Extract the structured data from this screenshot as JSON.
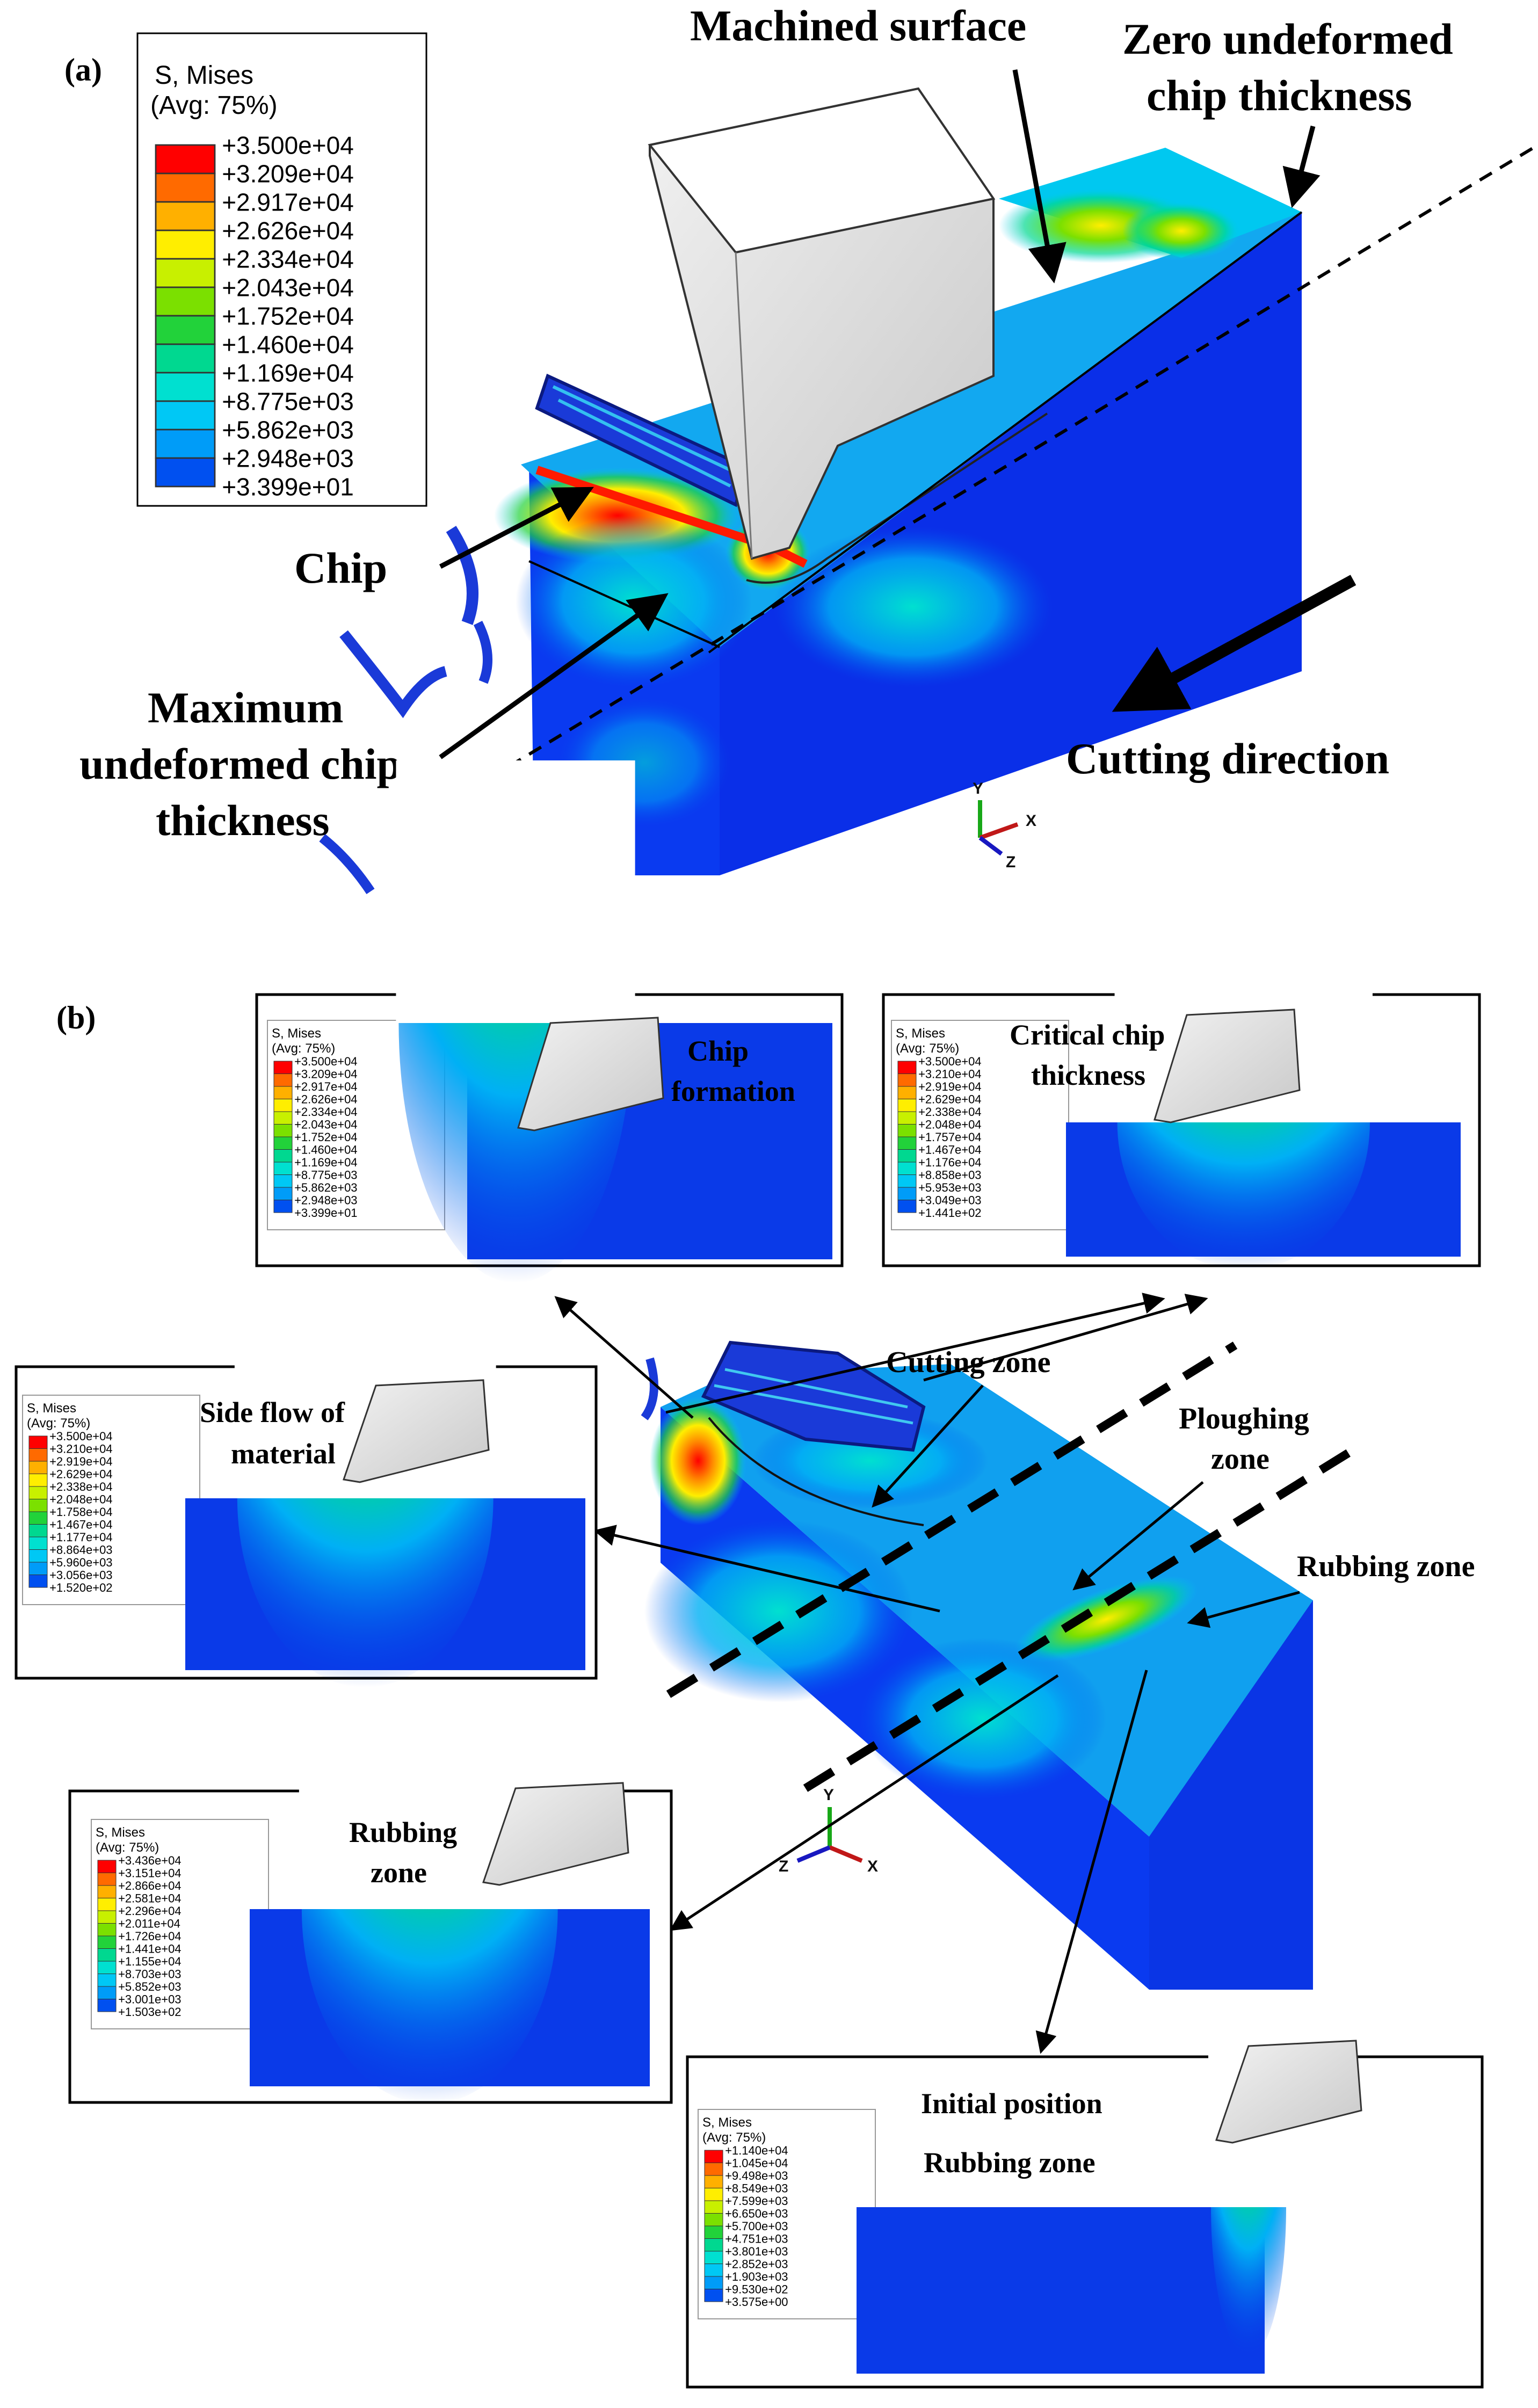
{
  "panel_a": {
    "tag": "(a)",
    "legend": {
      "title1": "S, Mises",
      "title2": "(Avg: 75%)",
      "values": [
        "+3.500e+04",
        "+3.209e+04",
        "+2.917e+04",
        "+2.626e+04",
        "+2.334e+04",
        "+2.043e+04",
        "+1.752e+04",
        "+1.460e+04",
        "+1.169e+04",
        "+8.775e+03",
        "+5.862e+03",
        "+2.948e+03",
        "+3.399e+01"
      ]
    },
    "labels": {
      "machined_surface": "Machined surface",
      "zero_line1": "Zero undeformed",
      "zero_line2": "chip thickness",
      "chip": "Chip",
      "max_line1": "Maximum",
      "max_line2": "undeformed chip",
      "max_line3": "thickness",
      "cutting_direction": "Cutting direction"
    },
    "axes": {
      "y": "Y",
      "x": "X",
      "z": "Z"
    }
  },
  "panel_b": {
    "tag": "(b)",
    "labels": {
      "cutting_zone": "Cutting zone",
      "ploughing_line1": "Ploughing",
      "ploughing_line2": "zone",
      "rubbing_zone": "Rubbing zone"
    },
    "axes": {
      "y": "Y",
      "x": "X",
      "z": "Z"
    },
    "insets": [
      {
        "id": "chip-formation",
        "label_line1": "Chip",
        "label_line2": "formation",
        "legend": {
          "title1": "S, Mises",
          "title2": "(Avg: 75%)",
          "values": [
            "+3.500e+04",
            "+3.209e+04",
            "+2.917e+04",
            "+2.626e+04",
            "+2.334e+04",
            "+2.043e+04",
            "+1.752e+04",
            "+1.460e+04",
            "+1.169e+04",
            "+8.775e+03",
            "+5.862e+03",
            "+2.948e+03",
            "+3.399e+01"
          ]
        }
      },
      {
        "id": "critical-chip",
        "label_line1": "Critical chip",
        "label_line2": "thickness",
        "legend": {
          "title1": "S, Mises",
          "title2": "(Avg: 75%)",
          "values": [
            "+3.500e+04",
            "+3.210e+04",
            "+2.919e+04",
            "+2.629e+04",
            "+2.338e+04",
            "+2.048e+04",
            "+1.757e+04",
            "+1.467e+04",
            "+1.176e+04",
            "+8.858e+03",
            "+5.953e+03",
            "+3.049e+03",
            "+1.441e+02"
          ]
        }
      },
      {
        "id": "side-flow",
        "label_line1": "Side flow of",
        "label_line2": "material",
        "legend": {
          "title1": "S, Mises",
          "title2": "(Avg: 75%)",
          "values": [
            "+3.500e+04",
            "+3.210e+04",
            "+2.919e+04",
            "+2.629e+04",
            "+2.338e+04",
            "+2.048e+04",
            "+1.758e+04",
            "+1.467e+04",
            "+1.177e+04",
            "+8.864e+03",
            "+5.960e+03",
            "+3.056e+03",
            "+1.520e+02"
          ]
        }
      },
      {
        "id": "rubbing",
        "label_line1": "Rubbing",
        "label_line2": "zone",
        "legend": {
          "title1": "S, Mises",
          "title2": "(Avg: 75%)",
          "values": [
            "+3.436e+04",
            "+3.151e+04",
            "+2.866e+04",
            "+2.581e+04",
            "+2.296e+04",
            "+2.011e+04",
            "+1.726e+04",
            "+1.441e+04",
            "+1.155e+04",
            "+8.703e+03",
            "+5.852e+03",
            "+3.001e+03",
            "+1.503e+02"
          ]
        }
      },
      {
        "id": "initial",
        "label_line1": "Initial position",
        "label_line2": "Rubbing zone",
        "legend": {
          "title1": "S, Mises",
          "title2": "(Avg: 75%)",
          "values": [
            "+1.140e+04",
            "+1.045e+04",
            "+9.498e+03",
            "+8.549e+03",
            "+7.599e+03",
            "+6.650e+03",
            "+5.700e+03",
            "+4.751e+03",
            "+3.801e+03",
            "+2.852e+03",
            "+1.903e+03",
            "+9.530e+02",
            "+3.575e+00"
          ]
        }
      }
    ]
  },
  "colormap": [
    "#ff0000",
    "#ff6a00",
    "#ffb000",
    "#ffee00",
    "#c8f000",
    "#7be000",
    "#22d23a",
    "#00d890",
    "#00e0d0",
    "#00c8f5",
    "#009cf8",
    "#0050f0",
    "#0000e0"
  ]
}
